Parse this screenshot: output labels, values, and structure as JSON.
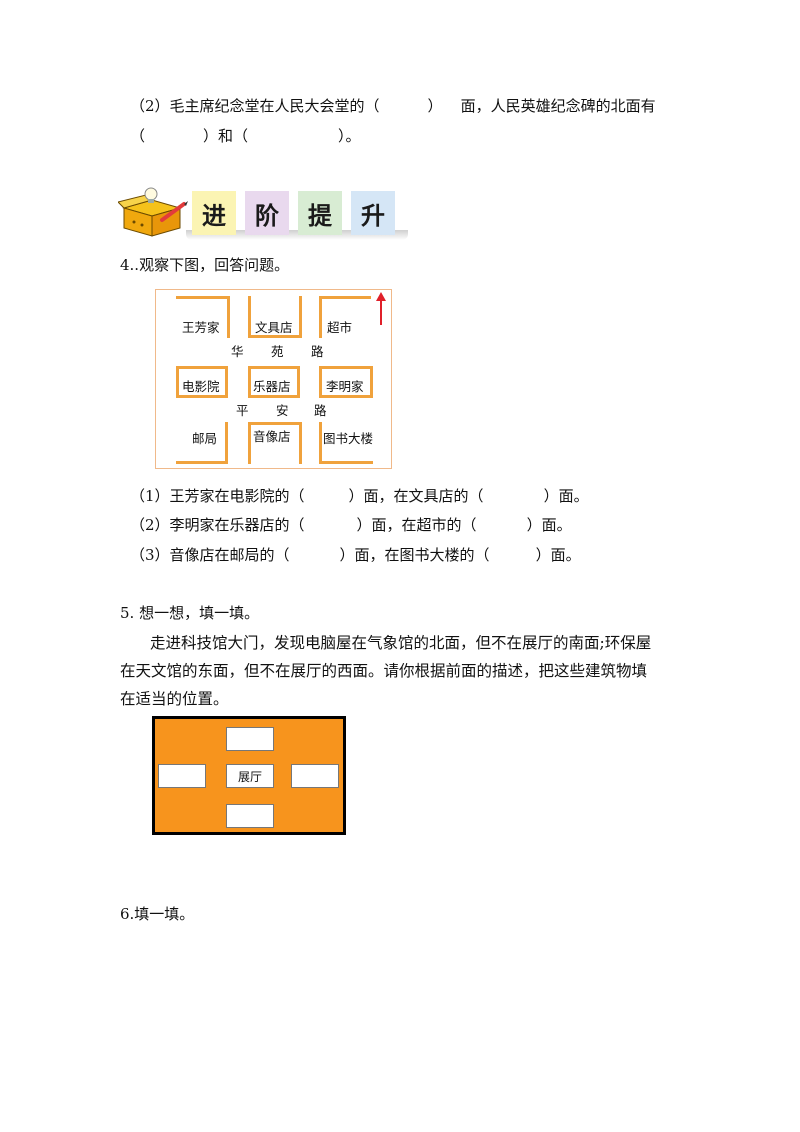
{
  "q3_part2": {
    "line1_a": "（2）毛主席纪念堂在人民大会堂的（",
    "line1_b": "）",
    "line1_c": "面，人民英雄纪念碑的北面有",
    "line2_a": "（",
    "line2_b": "）和（",
    "line2_c": "）。"
  },
  "banner": {
    "tiles": [
      "进",
      "阶",
      "提",
      "升"
    ],
    "tile_colors": [
      "#fbf4b3",
      "#e9d9ee",
      "#d8ecd3",
      "#d5e6f6"
    ],
    "icon": "box-with-lightbulb-and-pencil-icon"
  },
  "q4": {
    "heading": "4..观察下图，回答问题。",
    "map": {
      "places": {
        "wangfang": "王芳家",
        "stationery": "文具店",
        "supermarket": "超市",
        "cinema": "电影院",
        "instruments": "乐器店",
        "liming": "李明家",
        "post": "邮局",
        "audio": "音像店",
        "library": "图书大楼"
      },
      "roads": {
        "huayuan": [
          "华",
          "苑",
          "路"
        ],
        "pingan": [
          "平",
          "安",
          "路"
        ]
      },
      "north_arrow": "north-arrow-icon"
    },
    "items": [
      [
        "（1）王芳家在电影院的（",
        "）面，在文具店的（",
        "）面。"
      ],
      [
        "（2）李明家在乐器店的（",
        "）面，在超市的（",
        "）面。"
      ],
      [
        "（3）音像店在邮局的（",
        "）面，在图书大楼的（",
        "）面。"
      ]
    ]
  },
  "q5": {
    "heading": "5. 想一想，填一填。",
    "para_line1": "走进科技馆大门，发现电脑屋在气象馆的北面，但不在展厅的南面;环保屋",
    "para_line2": "在天文馆的东面，但不在展厅的西面。请你根据前面的描述，把这些建筑物填",
    "para_line3": "在适当的位置。",
    "center_label": "展厅",
    "fill_color": "#f7941d"
  },
  "q6": {
    "heading": "6.填一填。"
  }
}
